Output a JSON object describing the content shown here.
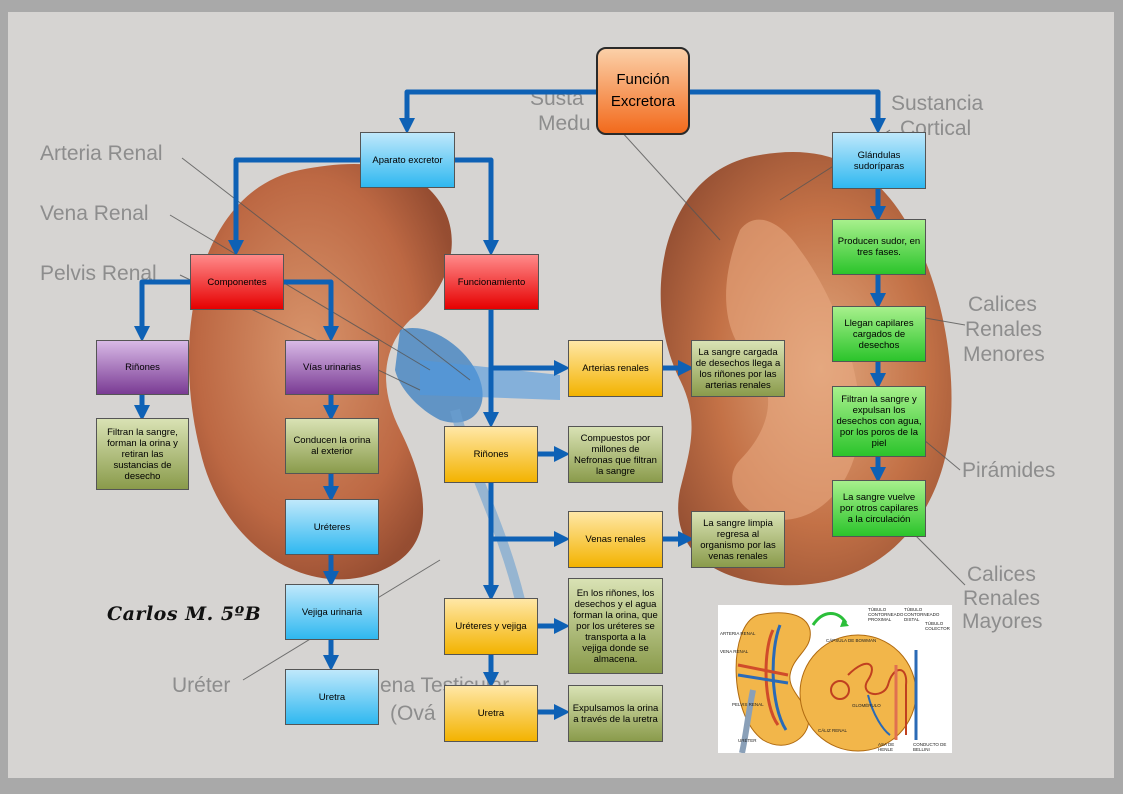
{
  "diagram": {
    "title_line1": "Función",
    "title_line2": "Excretora",
    "author": "Carlos M. 5ºB",
    "background_labels": {
      "arteria_renal": "Arteria Renal",
      "vena_renal": "Vena Renal",
      "pelvis_renal": "Pelvis Renal",
      "ureter": "Uréter",
      "sustancia_medular_partial_1": "Susta",
      "sustancia_medular_partial_2": "Medu",
      "sustancia_cortical_1": "Sustancia",
      "sustancia_cortical_2": "Cortical",
      "calices_menores_1": "Calices",
      "calices_menores_2": "Renales",
      "calices_menores_3": "Menores",
      "piramides": "Pirámides",
      "calices_mayores_1": "Calices",
      "calices_mayores_2": "Renales",
      "calices_mayores_3": "Mayores",
      "vena_testicular_1": "ena Testicular",
      "vena_testicular_2": "(Ová"
    },
    "nodes": {
      "aparato_excretor": "Aparato excretor",
      "componentes": "Componentes",
      "funcionamiento": "Funcionamiento",
      "rinones_comp": "Riñones",
      "vias_urinarias": "Vías urinarias",
      "filtran": "Filtran la sangre, forman la orina y retiran las sustancias de desecho",
      "conducen": "Conducen la orina al exterior",
      "ureteres": "Uréteres",
      "vejiga": "Vejiga urinaria",
      "uretra_comp": "Uretra",
      "arterias_renales": "Arterias renales",
      "arterias_desc": "La sangre cargada de desechos llega a los riñones por las arterias renales",
      "rinones_func": "Riñones",
      "rinones_desc": "Compuestos por millones de Nefronas que filtran la sangre",
      "venas_renales": "Venas renales",
      "venas_desc": "La sangre limpia regresa al organismo por las venas renales",
      "ureteres_vejiga": "Uréteres y vejiga",
      "ureteres_vejiga_desc": "En los riñones, los desechos y el agua forman la orina, que por los uréteres se transporta a la vejiga donde se almacena.",
      "uretra_func": "Uretra",
      "uretra_desc": "Expulsamos la orina a través de la uretra",
      "glandulas": "Glándulas sudoríparas",
      "sudor": "Producen sudor, en tres fases.",
      "capilares": "Llegan capilares cargados de desechos",
      "filtran_piel": "Filtran la sangre y expulsan los desechos con agua, por los poros de la piel",
      "sangre_vuelve": "La sangre vuelve por otros capilares a la circulación"
    },
    "inset_labels": {
      "arteria": "ARTERIA RENAL",
      "vena": "VENA RENAL",
      "pelvis": "PELVIS RENAL",
      "ureter": "URÉTER",
      "caliz": "CÁLIZ RENAL",
      "capsula": "CÁPSULA DE BOWMAN",
      "tubulo_proximal": "TÚBULO CONTORNEADO PROXIMAL",
      "tubulo_distal": "TÚBULO CONTORNEADO DISTAL",
      "tubulo_colector": "TÚBULO COLECTOR",
      "glomerulo": "GLOMÉRULO",
      "asa": "ASA DE HENLE",
      "conducto": "CONDUCTO DE BELLINI"
    },
    "colors": {
      "arrow": "#0e61b5",
      "kidney": "#c35a2a"
    }
  }
}
